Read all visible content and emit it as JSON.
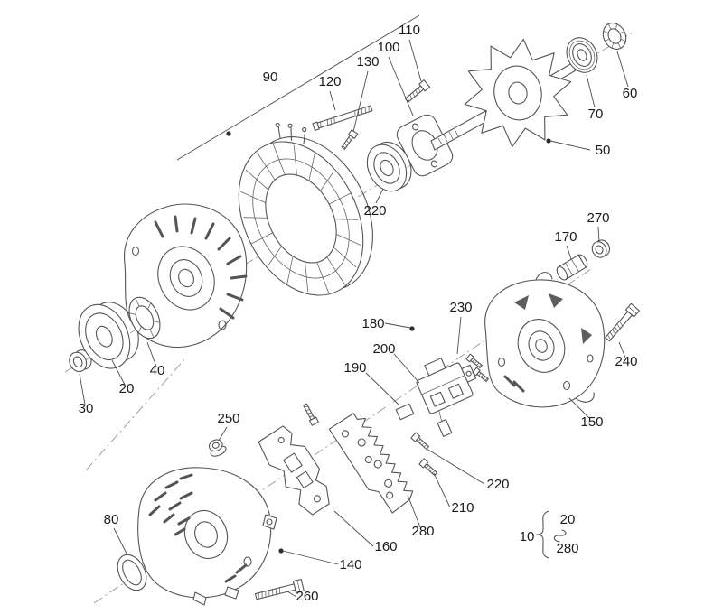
{
  "figure": {
    "callouts": [
      {
        "label": "90"
      },
      {
        "label": "120"
      },
      {
        "label": "130"
      },
      {
        "label": "100"
      },
      {
        "label": "110"
      },
      {
        "label": "60"
      },
      {
        "label": "70"
      },
      {
        "label": "50"
      },
      {
        "label": "220"
      },
      {
        "label": "270"
      },
      {
        "label": "170"
      },
      {
        "label": "230"
      },
      {
        "label": "180"
      },
      {
        "label": "200"
      },
      {
        "label": "190"
      },
      {
        "label": "240"
      },
      {
        "label": "150"
      },
      {
        "label": "40"
      },
      {
        "label": "20"
      },
      {
        "label": "30"
      },
      {
        "label": "250"
      },
      {
        "label": "220"
      },
      {
        "label": "210"
      },
      {
        "label": "80"
      },
      {
        "label": "280"
      },
      {
        "label": "160"
      },
      {
        "label": "140"
      },
      {
        "label": "260"
      }
    ],
    "serial_note": {
      "item": "10",
      "range_start": "20",
      "range_end": "280"
    }
  }
}
